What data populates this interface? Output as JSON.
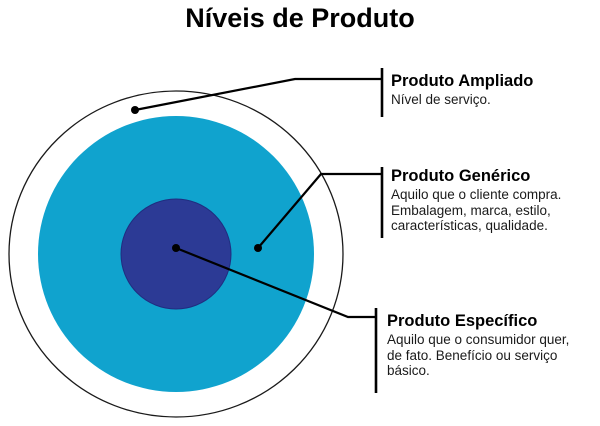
{
  "title": "Níveis de Produto",
  "labels": [
    {
      "id": "produto-ampliado",
      "title": "Produto Ampliado",
      "lines": [
        "Nível de serviço."
      ]
    },
    {
      "id": "produto-generico",
      "title": "Produto Genérico",
      "lines": [
        "Aquilo que o cliente compra.",
        "Embalagem, marca, estilo,",
        "características, qualidade."
      ]
    },
    {
      "id": "produto-especifico",
      "title": "Produto Específico",
      "lines": [
        "Aquilo que o consumidor quer,",
        "de fato. Benefício ou serviço",
        "básico."
      ]
    }
  ],
  "colors": {
    "background": "#ffffff",
    "title_text": "#000000",
    "outer_ring_fill": "#ffffff",
    "outer_ring_stroke": "#1a1a1a",
    "generic_ring_fill": "#10a3ce",
    "specific_ring_fill": "#2c3a95",
    "specific_ring_stroke": "#1f2d80",
    "connector": "#000000"
  }
}
